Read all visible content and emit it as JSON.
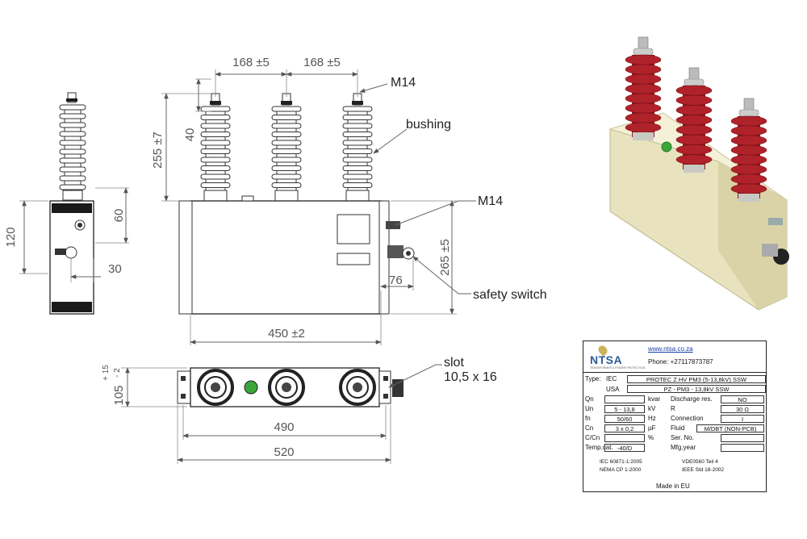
{
  "dimensions": {
    "spacing_1": "168 ±5",
    "spacing_2": "168 ±5",
    "bushing_height": "255 ±7",
    "terminal_length": "40",
    "side_height": "120",
    "side_offset": "60",
    "side_depth": "30",
    "body_width": "450 ±2",
    "body_height": "265 ±5",
    "switch_offset": "76",
    "base_depth_main": "105",
    "base_depth_tol_plus": "+ 15",
    "base_depth_tol_minus": "- 2",
    "mount_holes": "490",
    "overall_length": "520"
  },
  "callouts": {
    "thread_top": "M14",
    "bushing": "bushing",
    "thread_side": "M14",
    "safety_switch": "safety switch",
    "slot_line1": "slot",
    "slot_line2": "10,5 x 16"
  },
  "colors": {
    "bushing_red": "#b0222a",
    "tank_cream": "#f2eed2",
    "indicator_green": "#3aa63a",
    "brand_blue": "#2b5c99"
  },
  "nameplate": {
    "brand": "NTSA",
    "brand_sub": "TRANSFORMER & POWER PROTECTION",
    "url": "www.ntsa.co.za",
    "phone": "Phone: +27117873787",
    "type_label": "Type:",
    "type_iec": "IEC",
    "type_iec_value": "PROTEC Z HV   PM3 (5-13,8kV) SSW",
    "type_usa": "USA",
    "type_usa_value": "PZ - PM3 - 13,8kV SSW",
    "rows": [
      {
        "label": "Qn",
        "value": "",
        "unit": "kvar",
        "label2": "Discharge res.",
        "value2": "NO"
      },
      {
        "label": "Un",
        "value": "5 - 13,8",
        "unit": "kV",
        "label2": "R",
        "value2": "30 Ω"
      },
      {
        "label": "fn",
        "value": "50/60",
        "unit": "Hz",
        "label2": "Connection",
        "value2": "I"
      },
      {
        "label": "Cn",
        "value": "3 x 0,2",
        "unit": "µF",
        "label2": "Fluid",
        "value2": "M/DBT (NON-PCB)"
      },
      {
        "label": "C/Cn",
        "value": "",
        "unit": "%",
        "label2": "Ser. No.",
        "value2": ""
      },
      {
        "label": "Temp.cat.",
        "value": "-40/D",
        "unit": "",
        "label2": "Mfg.year",
        "value2": ""
      }
    ],
    "std1": "IEC 60871-1:2005",
    "std2": "VDE0560 Teil 4",
    "std3": "NEMA CP 1-2000",
    "std4": "IEEE Std 18-2002",
    "made_in": "Made in EU"
  }
}
